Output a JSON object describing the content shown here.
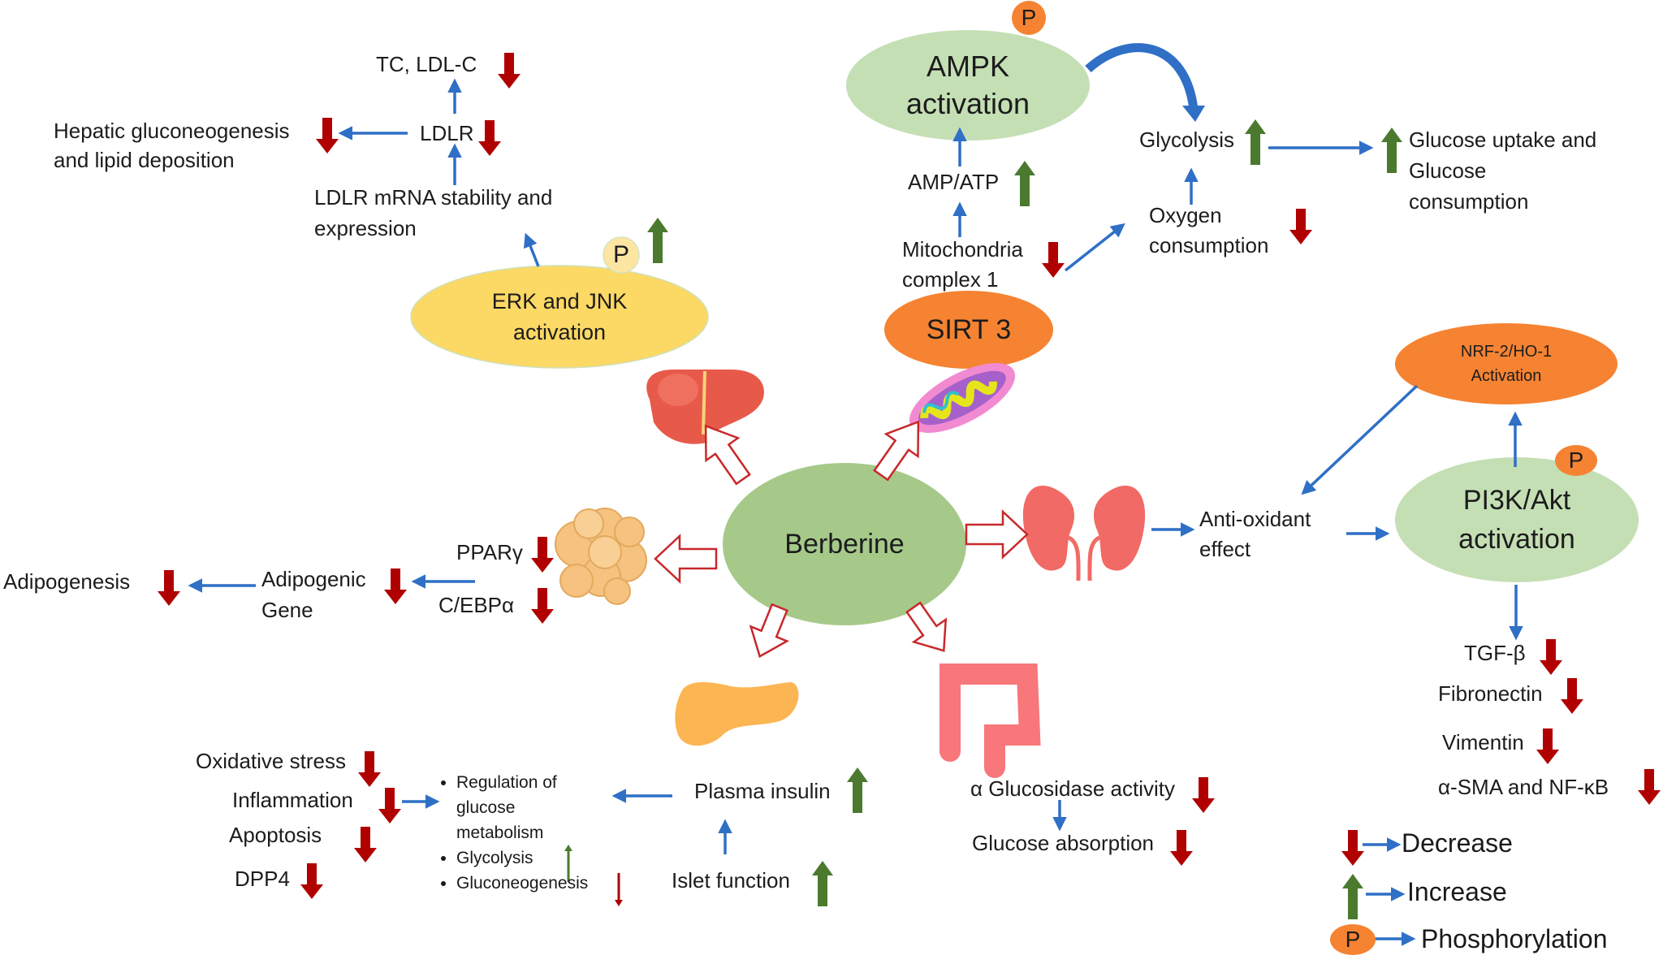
{
  "colors": {
    "decrease": "#b00000",
    "increase": "#4b7a2f",
    "connector": "#2f6fc6",
    "organ_arrow": "#c8282a",
    "berberine_fill": "#a6c98a",
    "ampk_fill": "#c5dfb5",
    "pi3k_fill": "#c5dfb5",
    "erk_fill": "#fcd865",
    "sirt3_fill": "#f58332",
    "nrf2_fill": "#f58332",
    "phospho_badge_orange": "#f58332",
    "phospho_badge_yellow": "#fde6a2"
  },
  "center": {
    "label": "Berberine"
  },
  "nodes": {
    "ampk": {
      "line1": "AMPK",
      "line2": "activation",
      "badge": "P"
    },
    "erk": {
      "line1": "ERK and JNK",
      "line2": "activation",
      "badge": "P"
    },
    "sirt3": {
      "label": "SIRT 3"
    },
    "nrf2": {
      "line1": "NRF-2/HO-1",
      "line2": "Activation"
    },
    "pi3k": {
      "line1": "PI3K/Akt",
      "line2": "activation",
      "badge": "P"
    }
  },
  "organs": {
    "liver": "liver",
    "mitochondria": "mitochondria",
    "kidney": "kidneys",
    "adipose": "adipose tissue",
    "pancreas": "pancreas",
    "intestine": "intestine"
  },
  "liver_pathway": {
    "tc_ldl": "TC, LDL-C",
    "ldlr": "LDLR",
    "hepatic_1": "Hepatic gluconeogenesis",
    "hepatic_2": "and lipid deposition",
    "mrna_1": "LDLR mRNA stability and",
    "mrna_2": "expression"
  },
  "mito_pathway": {
    "amp_atp": "AMP/ATP",
    "mito_1": "Mitochondria",
    "mito_2": "complex 1",
    "oxygen_1": "Oxygen",
    "oxygen_2": "consumption",
    "glycolysis": "Glycolysis",
    "uptake_1": "Glucose uptake and",
    "uptake_2": "Glucose",
    "uptake_3": "consumption"
  },
  "adipose_pathway": {
    "pparg": "PPARγ",
    "cebpa": "C/EBPα",
    "gene_1": "Adipogenic",
    "gene_2": "Gene",
    "adipogenesis": "Adipogenesis"
  },
  "pancreas_pathway": {
    "oxidative": "Oxidative stress",
    "inflammation": "Inflammation",
    "apoptosis": "Apoptosis",
    "dpp4": "DPP4",
    "bullets": [
      "Regulation of glucose metabolism",
      "Glycolysis",
      "Gluconeogenesis"
    ],
    "reg_1": "Regulation of",
    "reg_2": "glucose",
    "reg_3": "metabolism",
    "plasma_insulin": "Plasma insulin",
    "islet": "Islet function"
  },
  "intestine_pathway": {
    "glucosidase": "α Glucosidase activity",
    "absorption": "Glucose absorption"
  },
  "kidney_pathway": {
    "antiox_1": "Anti-oxidant",
    "antiox_2": "effect",
    "tgfb": "TGF-β",
    "fibronectin": "Fibronectin",
    "vimentin": "Vimentin",
    "sma": "α-SMA and NF-κB"
  },
  "legend": {
    "decrease": "Decrease",
    "increase": "Increase",
    "phosphorylation": "Phosphorylation",
    "badge": "P"
  }
}
